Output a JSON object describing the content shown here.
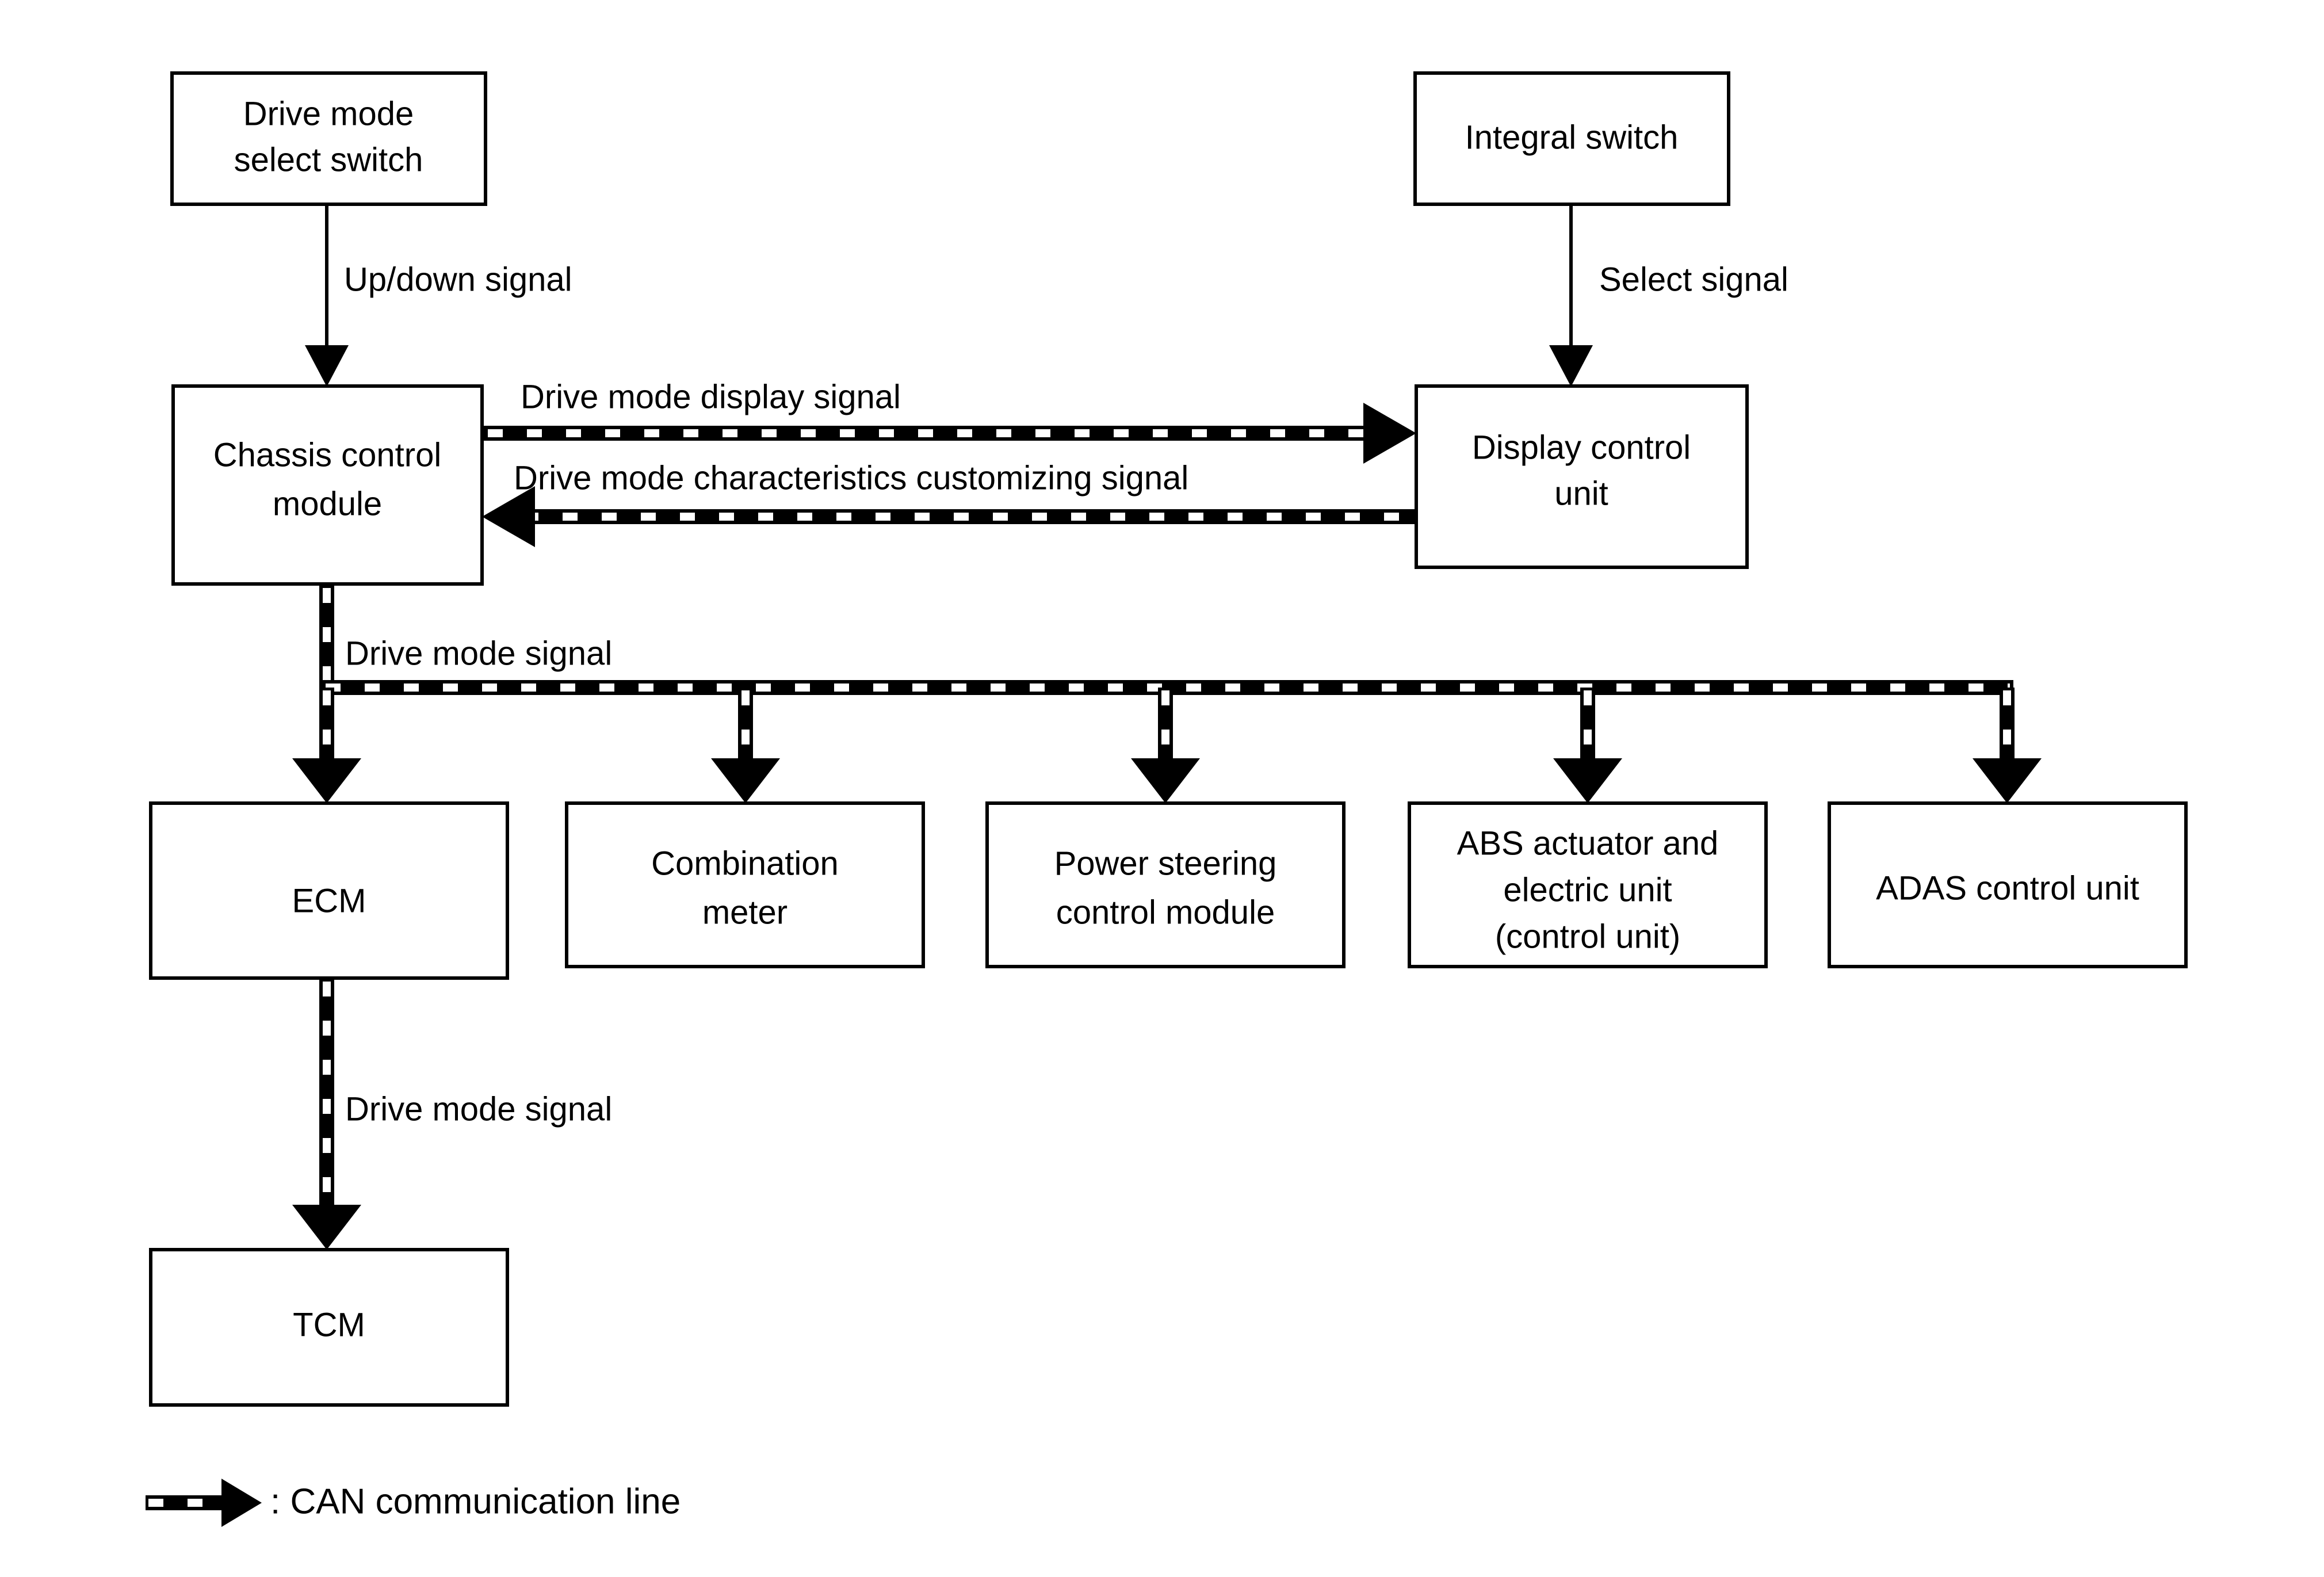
{
  "diagram": {
    "type": "block-diagram",
    "title": "Drive mode system CAN communication block diagram",
    "background_color": "#ffffff",
    "line_color": "#000000"
  },
  "nodes": {
    "drive_mode_select_switch": {
      "line1": "Drive mode",
      "line2": "select switch"
    },
    "integral_switch": {
      "line1": "Integral switch"
    },
    "chassis_control_module": {
      "line1": "Chassis control",
      "line2": "module"
    },
    "display_control_unit": {
      "line1": "Display control",
      "line2": "unit"
    },
    "ecm": {
      "line1": "ECM"
    },
    "combination_meter": {
      "line1": "Combination",
      "line2": "meter"
    },
    "power_steering_control_module": {
      "line1": "Power steering",
      "line2": "control module"
    },
    "abs_actuator": {
      "line1": "ABS actuator and",
      "line2": "electric unit",
      "line3": "(control unit)"
    },
    "adas_control_unit": {
      "line1": "ADAS control unit"
    },
    "tcm": {
      "line1": "TCM"
    }
  },
  "edge_labels": {
    "up_down_signal": "Up/down signal",
    "select_signal": "Select signal",
    "drive_mode_display_signal": "Drive mode display signal",
    "drive_mode_characteristics_customizing_signal": "Drive mode characteristics customizing signal",
    "drive_mode_signal_bus": "Drive mode signal",
    "drive_mode_signal_tcm": "Drive mode signal"
  },
  "legend": {
    "symbol": "can-arrow-icon",
    "text": ": CAN communication line"
  }
}
